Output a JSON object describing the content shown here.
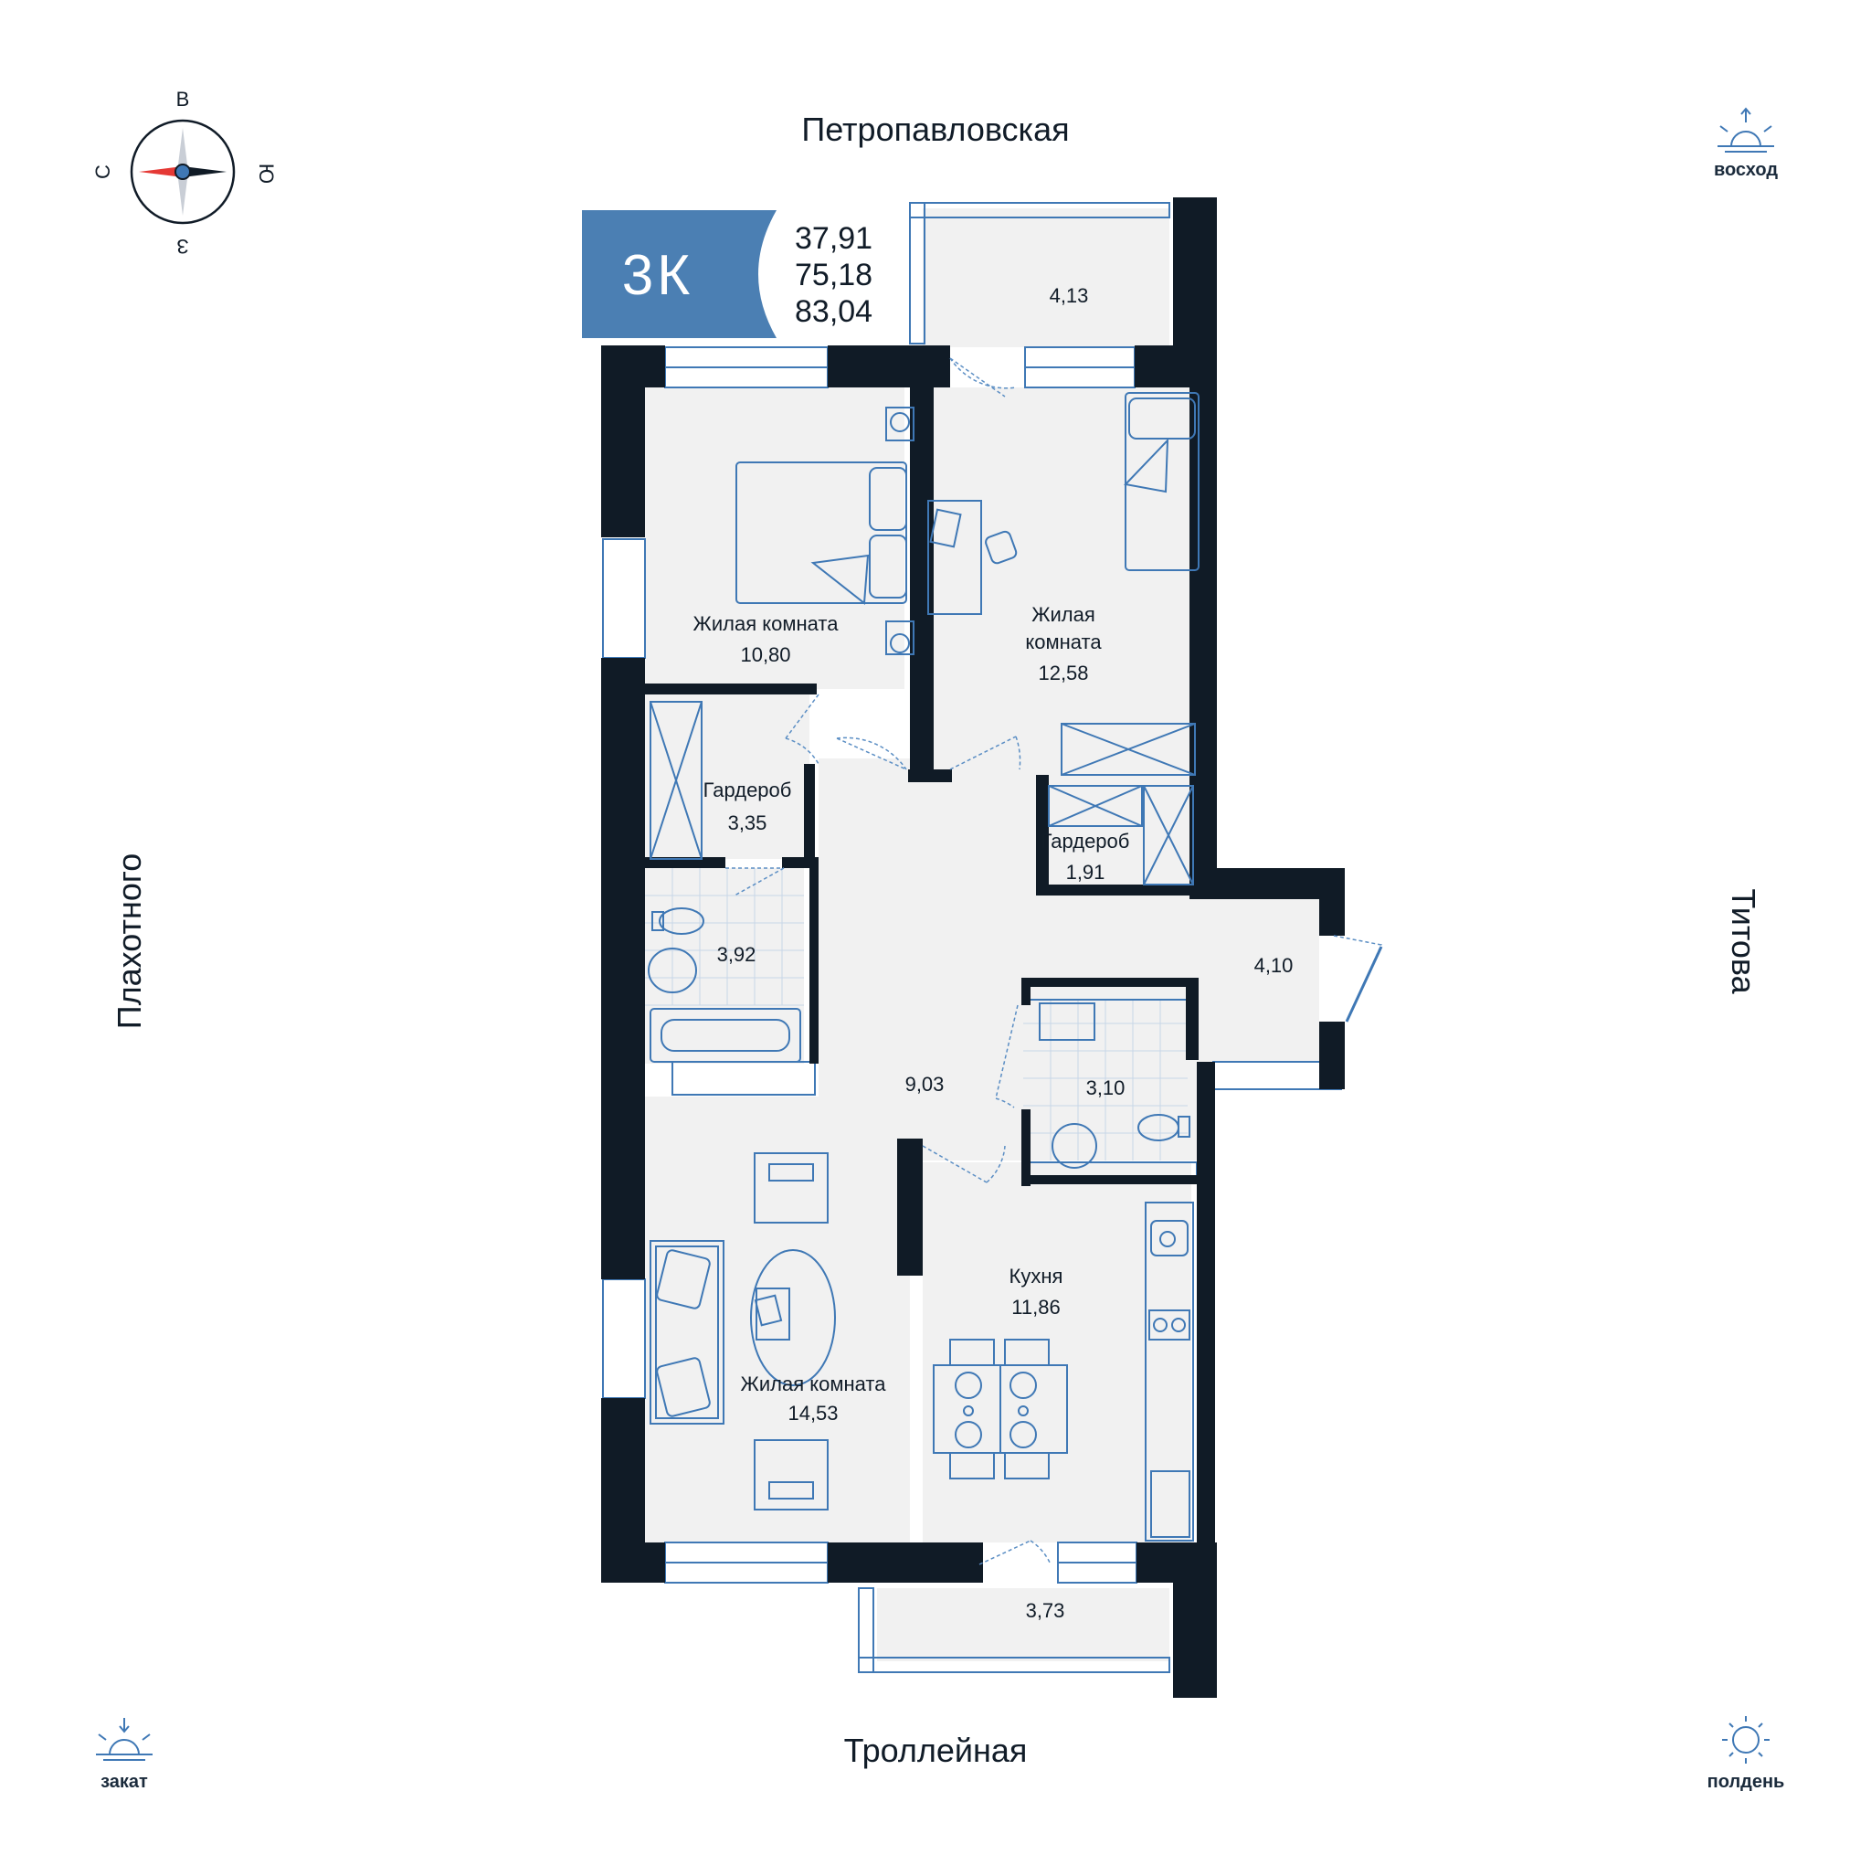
{
  "apartment": {
    "type_label": "3К",
    "accent_color": "#4b7fb3",
    "areas": [
      "37,91",
      "75,18",
      "83,04"
    ]
  },
  "streets": {
    "north": "Петропавловская",
    "south": "Троллейная",
    "west": "Плахотного",
    "east": "Титова"
  },
  "compass": {
    "top": "В",
    "right": "Ю",
    "bottom": "З",
    "left": "С"
  },
  "sun": {
    "sunrise": "восход",
    "sunset": "закат",
    "noon": "полдень"
  },
  "rooms": {
    "balcony_north": {
      "area": "4,13"
    },
    "living_1": {
      "name": "Жилая комната",
      "area": "10,80"
    },
    "living_2": {
      "name_line1": "Жилая",
      "name_line2": "комната",
      "area": "12,58"
    },
    "wardrobe_1": {
      "name": "Гардероб",
      "area": "3,35"
    },
    "wardrobe_2": {
      "name": "Гардероб",
      "area": "1,91"
    },
    "bathroom_1": {
      "area": "3,92"
    },
    "hall_east": {
      "area": "4,10"
    },
    "corridor": {
      "area": "9,03"
    },
    "bathroom_2": {
      "area": "3,10"
    },
    "kitchen": {
      "name": "Кухня",
      "area": "11,86"
    },
    "living_3": {
      "name": "Жилая комната",
      "area": "14,53"
    },
    "balcony_south": {
      "area": "3,73"
    }
  }
}
